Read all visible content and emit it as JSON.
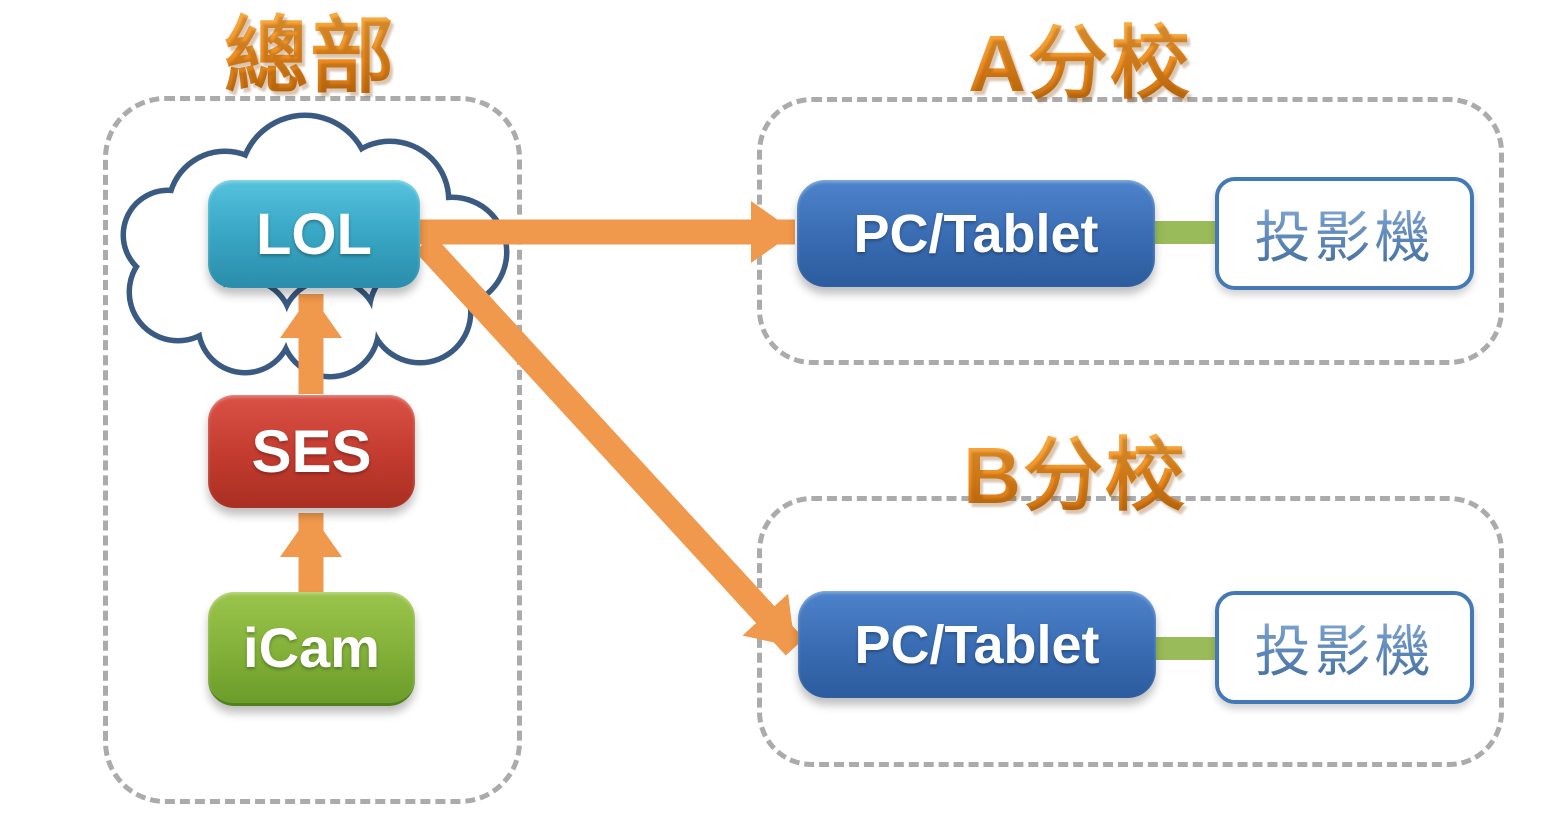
{
  "diagram": {
    "hq": {
      "title": "總部",
      "cloud_node": "LOL",
      "server_node": "SES",
      "camera_node": "iCam"
    },
    "branch_a": {
      "title": "A分校",
      "pc_node": "PC/Tablet",
      "projector_node": "投影機"
    },
    "branch_b": {
      "title": "B分校",
      "pc_node": "PC/Tablet",
      "projector_node": "投影機"
    },
    "connections": [
      {
        "from": "iCam",
        "to": "SES",
        "type": "orange-arrow"
      },
      {
        "from": "SES",
        "to": "LOL",
        "type": "orange-arrow"
      },
      {
        "from": "LOL",
        "to": "PC/Tablet (A分校)",
        "type": "orange-arrow"
      },
      {
        "from": "LOL",
        "to": "PC/Tablet (B分校)",
        "type": "orange-arrow"
      },
      {
        "from": "PC/Tablet (A分校)",
        "to": "投影機 (A分校)",
        "type": "green-link"
      },
      {
        "from": "PC/Tablet (B分校)",
        "to": "投影機 (B分校)",
        "type": "green-link"
      }
    ],
    "colors": {
      "arrow_orange": "#f0994c",
      "title_orange": "#ee8c1f",
      "cloud_outline_blue": "#3a5a82",
      "lol_teal": "#3aa9c7",
      "ses_red": "#c23b2e",
      "icam_green": "#82b038",
      "pc_blue": "#3a6db4",
      "projector_border_blue": "#4379b4",
      "projector_text_blue": "#5d87b8",
      "connector_green": "#9abb59",
      "group_border_gray": "#ababab"
    }
  }
}
